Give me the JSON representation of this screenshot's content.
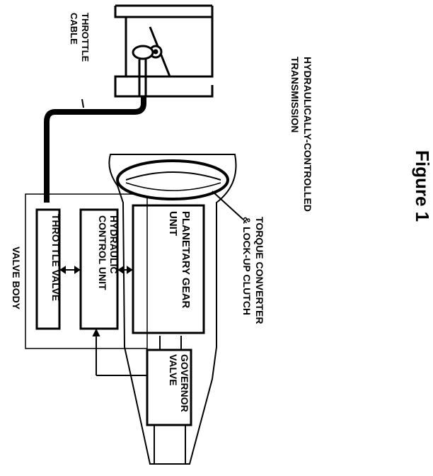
{
  "figure": {
    "title": "Figure 1",
    "subtitle_line1": "HYDRAULICALLY-CONTROLLED",
    "subtitle_line2": "TRANSMISSION"
  },
  "labels": {
    "throttle_cable_line1": "THROTTLE",
    "throttle_cable_line2": "CABLE",
    "torque_line1": "TORQUE CONVERTER",
    "torque_line2": "& LOCK-UP CLUTCH",
    "planetary_line1": "PLANETARY GEAR",
    "planetary_line2": "UNIT",
    "hydraulic_line1": "HYDRAULIC",
    "hydraulic_line2": "CONTROL UNIT",
    "throttle_valve": "THROTTLE VALVE",
    "valve_body": "VALVE BODY",
    "governor_line1": "GOVERNOR",
    "governor_line2": "VALVE"
  },
  "colors": {
    "ink": "#000000",
    "paper": "#ffffff"
  }
}
